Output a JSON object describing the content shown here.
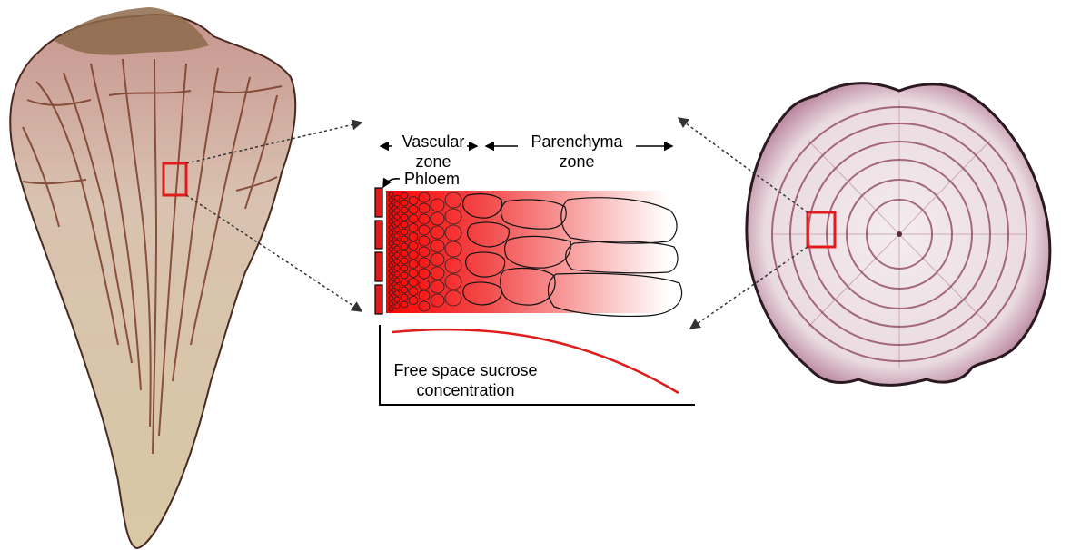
{
  "labels": {
    "vascular_zone": "Vascular\nzone",
    "parenchyma_zone": "Parenchyma\nzone",
    "phloem": "Phloem",
    "concentration_curve": "Free space sucrose\nconcentration"
  },
  "colors": {
    "highlight_box": "#e01b1b",
    "gradient_strong": "#ff0000",
    "gradient_weak": "#ffffff",
    "curve": "#e01b1b",
    "beet_outer": "#c9a39a",
    "beet_flesh": "#e6d9c3",
    "beet_root": "#d4c3a0",
    "beet_ring": "#7a3b28",
    "slice_outer": "#b67f9a",
    "slice_flesh": "#f1e7ea",
    "slice_ring": "#8a3f5c"
  },
  "elements": {
    "left_image": "longitudinal-beet-section",
    "right_image": "transverse-beet-slice"
  }
}
